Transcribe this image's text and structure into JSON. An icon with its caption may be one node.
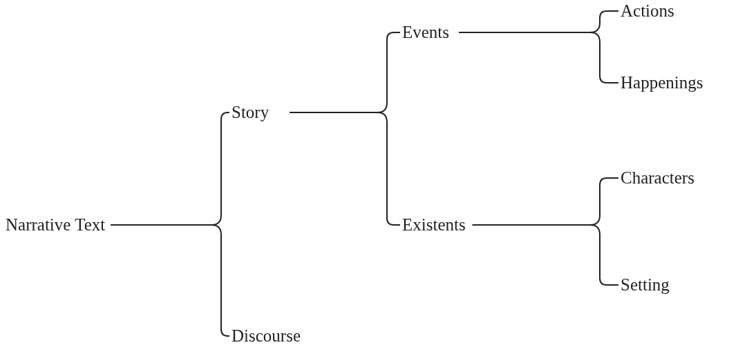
{
  "diagram": {
    "nodes": [
      {
        "text": [
          "Narrative Text"
        ]
      },
      {
        "text": [
          "Story"
        ]
      },
      {
        "text": [
          "Discourse"
        ]
      },
      {
        "text": [
          "Events"
        ]
      },
      {
        "text": [
          "Existents"
        ]
      },
      {
        "text": [
          "Actions"
        ]
      },
      {
        "text": [
          "Happenings"
        ]
      },
      {
        "text": [
          "Characters"
        ]
      },
      {
        "text": [
          "Setting"
        ]
      }
    ],
    "edges": [
      {
        "from": 0,
        "to": 1,
        "arrow": "none"
      },
      {
        "from": 0,
        "to": 2,
        "arrow": "none"
      },
      {
        "from": 1,
        "to": 3,
        "arrow": "none"
      },
      {
        "from": 1,
        "to": 4,
        "arrow": "none"
      },
      {
        "from": 3,
        "to": 5,
        "arrow": "none"
      },
      {
        "from": 3,
        "to": 6,
        "arrow": "none"
      },
      {
        "from": 4,
        "to": 7,
        "arrow": "none"
      },
      {
        "from": 4,
        "to": 8,
        "arrow": "none"
      }
    ]
  }
}
